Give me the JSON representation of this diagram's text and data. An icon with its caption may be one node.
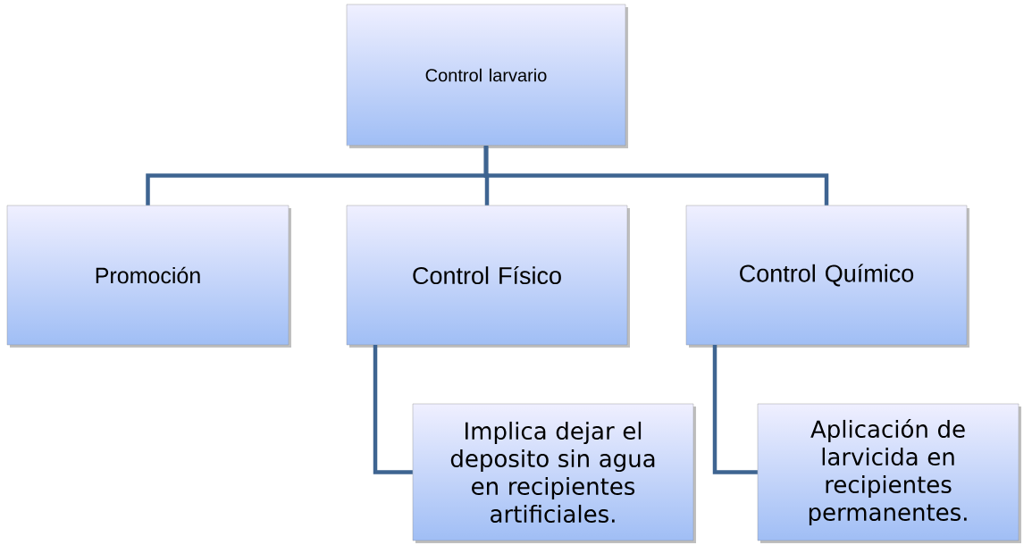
{
  "diagram": {
    "nodes": [
      {
        "text": [
          "Control larvario"
        ]
      },
      {
        "text": [
          "Promoción"
        ]
      },
      {
        "text": [
          "Control Físico"
        ]
      },
      {
        "text": [
          "Control Químico"
        ]
      },
      {
        "text": [
          "Implica dejar el deposito sin agua en recipientes artificiales."
        ]
      },
      {
        "text": [
          "Aplicación de larvicida en recipientes permanentes."
        ]
      }
    ],
    "edges": [
      {
        "from": 0,
        "to": 1,
        "arrow": "none"
      },
      {
        "from": 0,
        "to": 2,
        "arrow": "none"
      },
      {
        "from": 0,
        "to": 3,
        "arrow": "none"
      },
      {
        "from": 2,
        "to": 4,
        "arrow": "none"
      },
      {
        "from": 3,
        "to": 5,
        "arrow": "none"
      }
    ]
  }
}
